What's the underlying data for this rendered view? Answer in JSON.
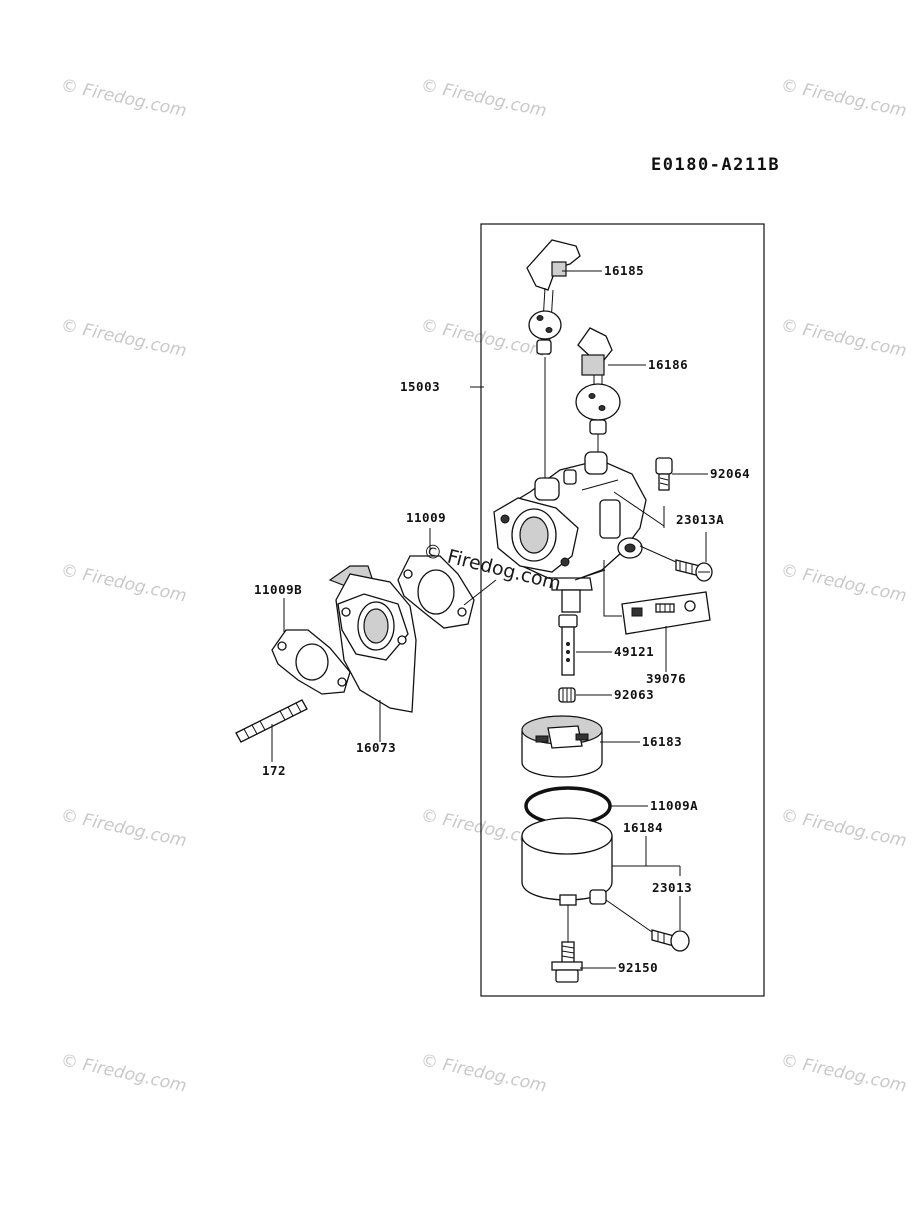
{
  "diagram_code": "E0180-A211B",
  "watermark_text": "© Firedog.com",
  "center_watermark_text": "© Firedog.com",
  "parts": {
    "p16185": "16185",
    "p16186": "16186",
    "p15003": "15003",
    "p92064": "92064",
    "p23013A": "23013A",
    "p11009": "11009",
    "p11009B": "11009B",
    "p49121": "49121",
    "p39076": "39076",
    "p92063": "92063",
    "p16183": "16183",
    "p172": "172",
    "p16073": "16073",
    "p11009A": "11009A",
    "p16184": "16184",
    "p23013": "23013",
    "p92150": "92150"
  }
}
